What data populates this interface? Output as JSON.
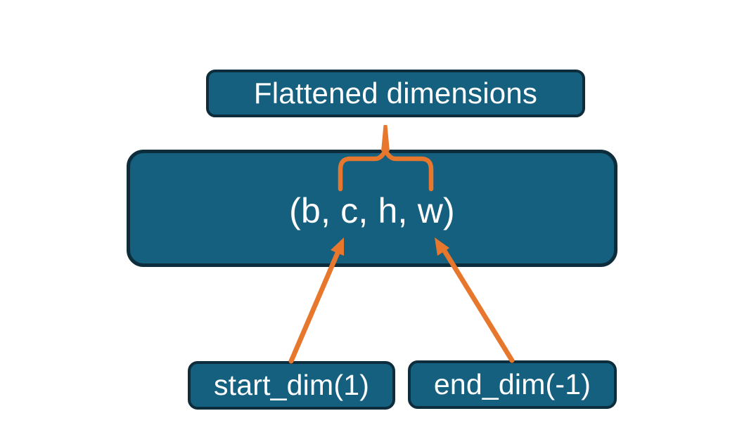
{
  "diagram": {
    "top_box": {
      "label": "Flattened dimensions"
    },
    "tensor_box": {
      "label": "(b, c, h, w)"
    },
    "start_dim_box": {
      "label": "start_dim(1)"
    },
    "end_dim_box": {
      "label": "end_dim(-1)"
    },
    "connectors": {
      "brace": {
        "type": "curly-brace",
        "spans": "c, h, w",
        "points_to": "Flattened dimensions"
      },
      "start_arrow": {
        "from": "start_dim(1)",
        "to": "c"
      },
      "end_arrow": {
        "from": "end_dim(-1)",
        "to": "w"
      }
    },
    "colors": {
      "box_fill": "#16607F",
      "box_border": "#0D2C3C",
      "accent_orange": "#E8772E",
      "text": "#FFFFFF",
      "background": "#FFFFFF"
    }
  }
}
